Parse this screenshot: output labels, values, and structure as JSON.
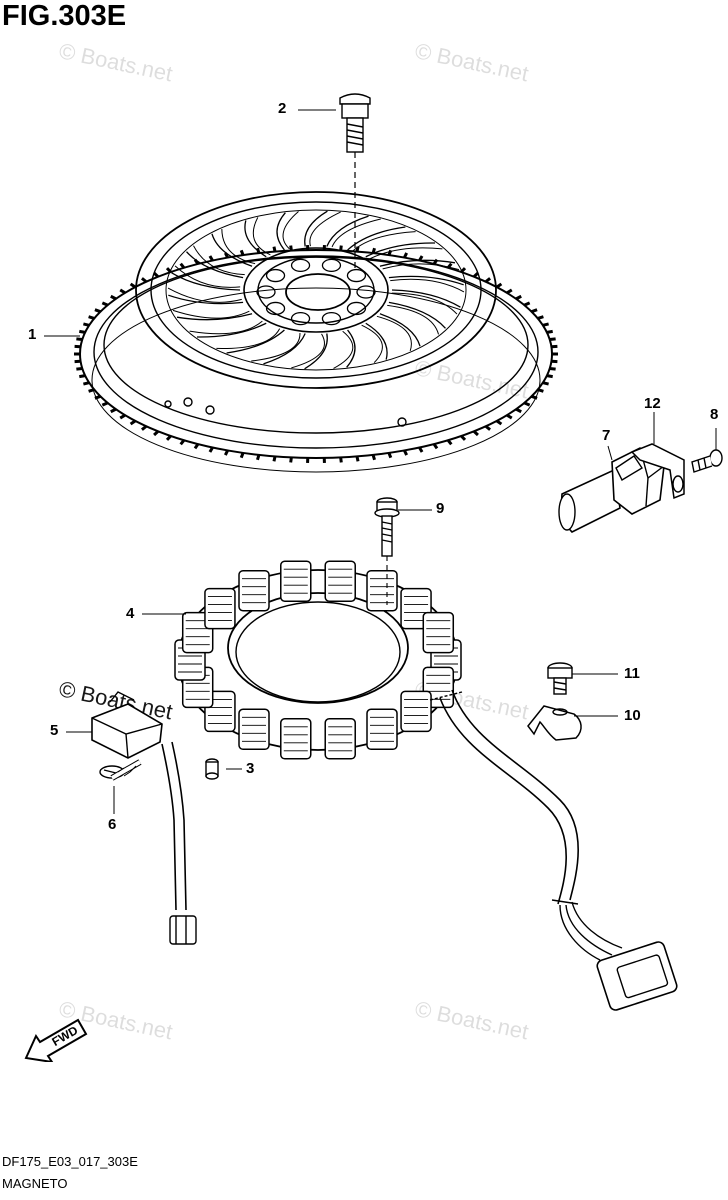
{
  "figure": {
    "title": "FIG.303E",
    "code": "DF175_E03_017_303E",
    "name": "MAGNETO"
  },
  "watermark": "© Boats.net",
  "fwd_label": "FWD",
  "callouts": [
    {
      "id": "1",
      "label": "1"
    },
    {
      "id": "2",
      "label": "2"
    },
    {
      "id": "3",
      "label": "3"
    },
    {
      "id": "4",
      "label": "4"
    },
    {
      "id": "5",
      "label": "5"
    },
    {
      "id": "6",
      "label": "6"
    },
    {
      "id": "7",
      "label": "7"
    },
    {
      "id": "8",
      "label": "8"
    },
    {
      "id": "9",
      "label": "9"
    },
    {
      "id": "10",
      "label": "10"
    },
    {
      "id": "11",
      "label": "11"
    },
    {
      "id": "12",
      "label": "12"
    }
  ]
}
